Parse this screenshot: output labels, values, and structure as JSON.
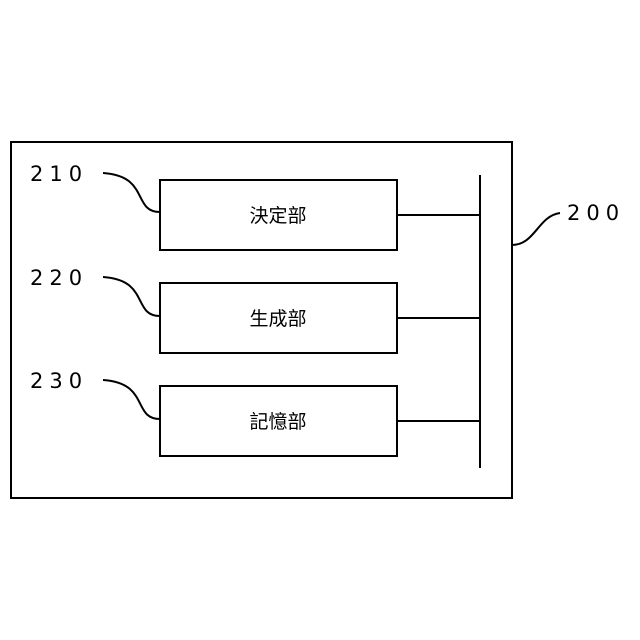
{
  "device": {
    "ref": "200"
  },
  "units": [
    {
      "ref": "210",
      "label": "決定部"
    },
    {
      "ref": "220",
      "label": "生成部"
    },
    {
      "ref": "230",
      "label": "記憶部"
    }
  ]
}
